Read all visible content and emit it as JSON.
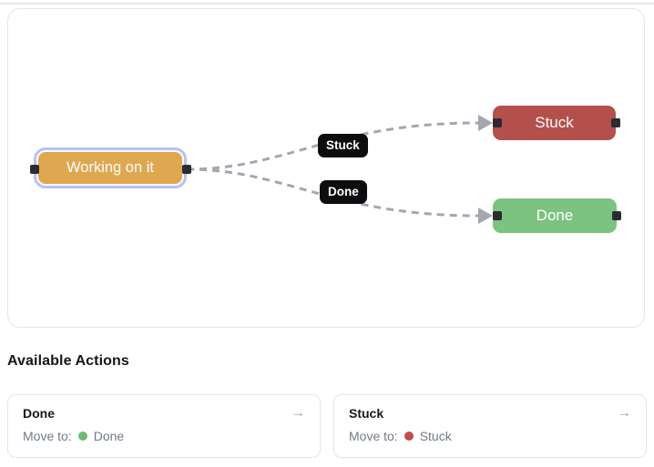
{
  "workflow_canvas": {
    "nodes": [
      {
        "id": "working-on-it",
        "label": "Working on it",
        "color": "#dfa850",
        "selected": true,
        "selection_color": "#b7c2f1"
      },
      {
        "id": "stuck",
        "label": "Stuck",
        "color": "#b4504c",
        "selected": false
      },
      {
        "id": "done",
        "label": "Done",
        "color": "#7cc280",
        "selected": false
      }
    ],
    "edges": [
      {
        "from": "working-on-it",
        "to": "stuck",
        "label": "Stuck",
        "style": "dashed",
        "color": "#a2a7b0"
      },
      {
        "from": "working-on-it",
        "to": "done",
        "label": "Done",
        "style": "dashed",
        "color": "#a2a7b0"
      }
    ],
    "edge_label_bg": "#0d0d0f",
    "edge_label_text_color": "#ffffff",
    "handle_color": "#2b2b30"
  },
  "actions": {
    "heading": "Available Actions",
    "cards": [
      {
        "title": "Done",
        "subtitle_label": "Move to:",
        "target": "Done",
        "dot_color": "#6bbb70",
        "arrow_icon": "→"
      },
      {
        "title": "Stuck",
        "subtitle_label": "Move to:",
        "target": "Stuck",
        "dot_color": "#bf4e4a",
        "arrow_icon": "→"
      }
    ]
  }
}
